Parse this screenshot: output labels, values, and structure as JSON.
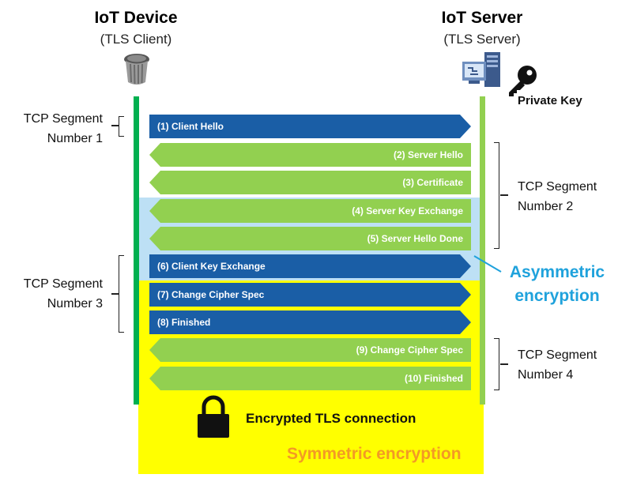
{
  "client": {
    "title": "IoT Device",
    "subtitle": "(TLS Client)"
  },
  "server": {
    "title": "IoT Server",
    "subtitle": "(TLS Server)",
    "private_key": "Private Key"
  },
  "segments": [
    {
      "line1": "TCP Segment",
      "line2": "Number 1"
    },
    {
      "line1": "TCP Segment",
      "line2": "Number 2"
    },
    {
      "line1": "TCP Segment",
      "line2": "Number 3"
    },
    {
      "line1": "TCP Segment",
      "line2": "Number 4"
    }
  ],
  "messages": [
    {
      "label": "(1) Client Hello",
      "direction": "right"
    },
    {
      "label": "(2) Server Hello",
      "direction": "left"
    },
    {
      "label": "(3) Certificate",
      "direction": "left"
    },
    {
      "label": "(4) Server Key Exchange",
      "direction": "left"
    },
    {
      "label": "(5) Server Hello Done",
      "direction": "left"
    },
    {
      "label": "(6) Client Key Exchange",
      "direction": "right"
    },
    {
      "label": "(7) Change Cipher Spec",
      "direction": "right"
    },
    {
      "label": "(8) Finished",
      "direction": "right"
    },
    {
      "label": "(9) Change Cipher Spec",
      "direction": "left"
    },
    {
      "label": "(10) Finished",
      "direction": "left"
    }
  ],
  "asymmetric": {
    "line1": "Asymmetric",
    "line2": "encryption"
  },
  "symmetric": {
    "label": "Symmetric encryption"
  },
  "encrypted_connection": {
    "label": "Encrypted TLS connection"
  },
  "colors": {
    "client_arrow": "#1a5ea6",
    "server_arrow": "#92d050",
    "asymmetric_zone": "#bde0f5",
    "symmetric_zone": "#ffff00",
    "client_line": "#00b050",
    "server_line": "#92d050",
    "asymmetric_text": "#1fa2dc",
    "symmetric_text": "#f39a25"
  },
  "icons": {
    "client": "iot-device-icon",
    "server": "server-icon",
    "key": "key-icon",
    "lock": "lock-icon"
  }
}
